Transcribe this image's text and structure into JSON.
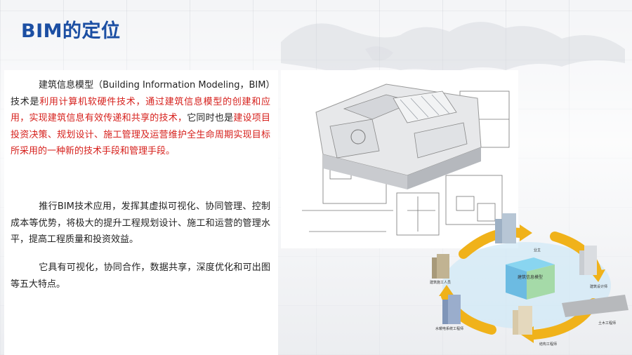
{
  "title": "BIM的定位",
  "paragraph1": {
    "black_a": "建筑信息模型（Building Information Modeling，BIM）技术是",
    "red_a": "利用计算机软硬件技术，通过建筑信息模型的创建和应用，实现建筑信息有效传递和共享的技术，",
    "black_b": "它同时也是",
    "red_b": "建设项目投资决策、规划设计、施工管理及运营维护全生命周期实现目标所采用的一种新的技术手段和管理手段。"
  },
  "paragraph2": "推行BIM技术应用，发挥其虚拟可视化、协同管理、控制成本等优势，将极大的提升工程规划设计、施工和运营的管理水平，提高工程质量和投资效益。",
  "paragraph3": "它具有可视化，协同合作，数据共享，深度优化和可出图等五大特点。",
  "diagram": {
    "center": "建筑信息模型",
    "labels": [
      "业主",
      "建筑设计师",
      "土木工程师",
      "结构工程师",
      "水暖电系统工程师",
      "建筑施工人员"
    ]
  }
}
